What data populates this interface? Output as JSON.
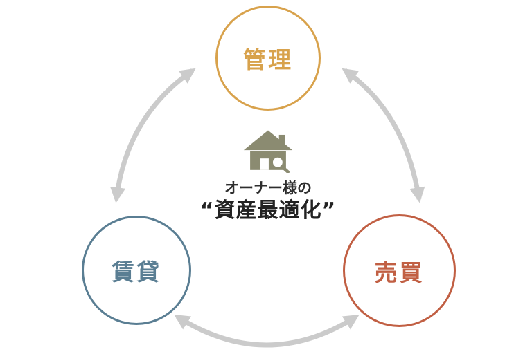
{
  "diagram": {
    "nodes": [
      {
        "id": "management",
        "label": "管理",
        "color": "#D8A24C"
      },
      {
        "id": "rental",
        "label": "賃貸",
        "color": "#5A7E93"
      },
      {
        "id": "sales",
        "label": "売買",
        "color": "#C15F43"
      }
    ],
    "center": {
      "line1": "オーナー様の",
      "line2": "“資産最適化”"
    },
    "icons": {
      "center": "house-search-icon"
    },
    "colors": {
      "arrow": "#CBCBCB",
      "icon": "#8B8B71",
      "center_text": "#2E2E2E",
      "background": "#FFFFFF"
    }
  }
}
